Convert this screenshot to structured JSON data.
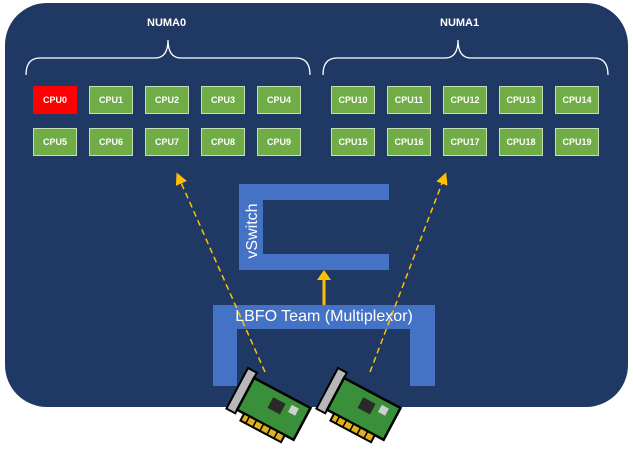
{
  "numa_groups": [
    {
      "label": "NUMA0",
      "cpus": [
        "CPU0",
        "CPU1",
        "CPU2",
        "CPU3",
        "CPU4",
        "CPU5",
        "CPU6",
        "CPU7",
        "CPU8",
        "CPU9"
      ]
    },
    {
      "label": "NUMA1",
      "cpus": [
        "CPU10",
        "CPU11",
        "CPU12",
        "CPU13",
        "CPU14",
        "CPU15",
        "CPU16",
        "CPU17",
        "CPU18",
        "CPU19"
      ]
    }
  ],
  "active_cpu": "CPU0",
  "vswitch_label": "vSwitch",
  "lbfo_label": "LBFO Team (Multiplexor)",
  "colors": {
    "panel": "#1f3864",
    "cpu": "#70ad47",
    "cpu_active": "#ff0000",
    "switch": "#4472c4",
    "arrow": "#ffc000"
  },
  "nic_icons": [
    "network-card-icon",
    "network-card-icon"
  ]
}
